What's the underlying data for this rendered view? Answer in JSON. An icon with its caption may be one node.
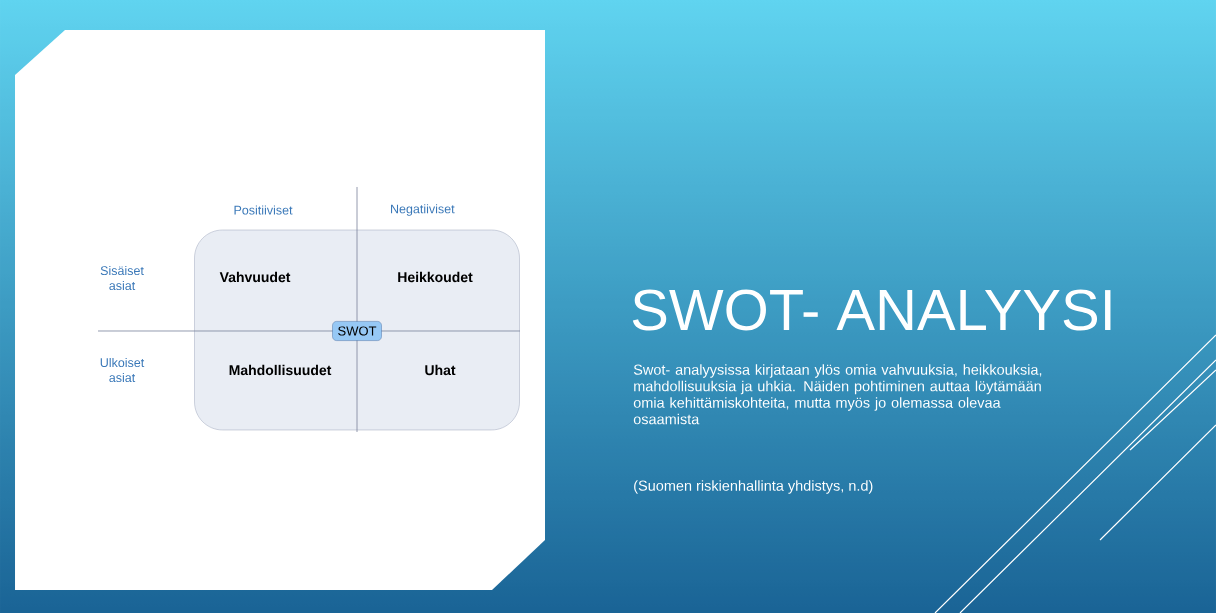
{
  "diagram": {
    "title": "SWOT- ANALYYSI",
    "nodes": [
      {
        "text": [],
        "shape": "box"
      },
      {
        "text": [
          "Vahvuudet"
        ],
        "in": 0
      },
      {
        "text": [
          "Heikkoudet"
        ],
        "in": 0
      },
      {
        "text": [
          "Mahdollisuudet"
        ],
        "in": 0
      },
      {
        "text": [
          "Uhat"
        ],
        "in": 0
      },
      {
        "text": [
          "SWOT"
        ],
        "in": 0
      }
    ],
    "edges": [],
    "labels": [
      "Positiiviset",
      "Negatiiviset",
      "Sisäiset asiat",
      "Ulkoiset asiat",
      "Swot- analyysissa kirjataan ylös omia vahvuuksia, heikkouksia, mahdollisuuksia ja uhkia. Näiden pohtiminen auttaa löytämään omia kehittämiskohteita, mutta myös jo olemassa olevaa osaamista",
      "(Suomen riskienhallinta yhdistys, n.d)"
    ]
  }
}
